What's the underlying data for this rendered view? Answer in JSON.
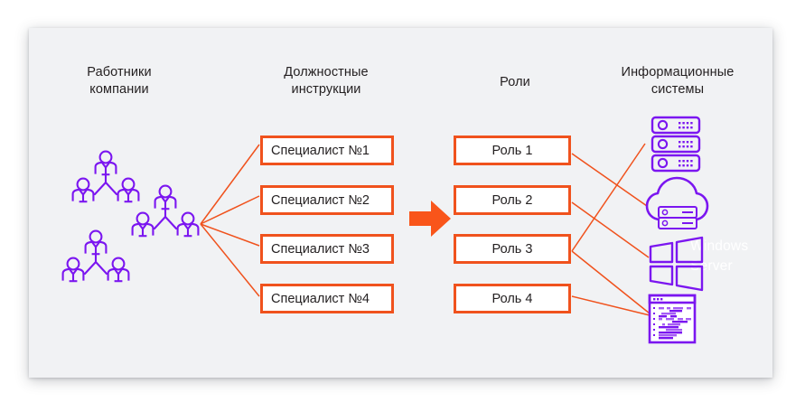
{
  "card": {
    "background": "#f1f2f4",
    "accent_orange": "#f0521d",
    "accent_purple": "#7b16f0"
  },
  "columns": {
    "workers": {
      "heading_line1": "Работники",
      "heading_line2": "компании"
    },
    "job_descriptions": {
      "heading_line1": "Должностные",
      "heading_line2": "инструкции"
    },
    "roles": {
      "heading_line1": "Роли",
      "heading_line2": ""
    },
    "information_systems": {
      "heading_line1": "Информационные",
      "heading_line2": "системы"
    }
  },
  "job_boxes": [
    {
      "label": "Специалист №1"
    },
    {
      "label": "Специалист №2"
    },
    {
      "label": "Специалист №3"
    },
    {
      "label": "Специалист №4"
    }
  ],
  "role_boxes": [
    {
      "label": "Роль 1"
    },
    {
      "label": "Роль 2"
    },
    {
      "label": "Роль 3"
    },
    {
      "label": "Роль 4"
    }
  ],
  "systems": [
    {
      "icon": "server-stack-icon",
      "label": ""
    },
    {
      "icon": "cloud-server-icon",
      "label": ""
    },
    {
      "icon": "windows-logo-icon",
      "label_line1": "Windows",
      "label_line2": "Server"
    },
    {
      "icon": "code-editor-icon",
      "label": ""
    }
  ],
  "people_groups": [
    {
      "icon": "people-group-icon"
    },
    {
      "icon": "people-group-icon"
    },
    {
      "icon": "people-group-icon"
    }
  ],
  "flow_arrow": {
    "icon": "right-arrow-icon",
    "color": "#f9551a"
  }
}
